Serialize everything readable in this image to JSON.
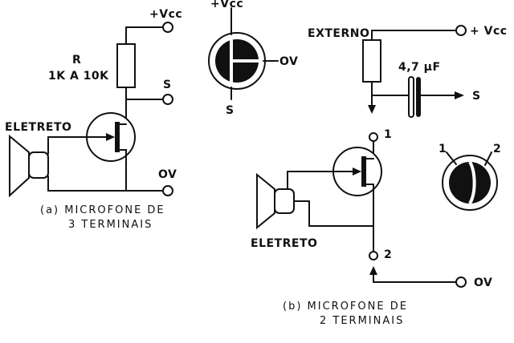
{
  "labels": {
    "vcc_a": "+Vcc",
    "r_name": "R",
    "r_value": "1K A 10K",
    "s_a": "S",
    "eletreto_a": "ELETRETO",
    "ov_a": "OV",
    "cap_a_line1": "(a) MICROFONE DE",
    "cap_a_line2": "3 TERMINAIS",
    "vcc_pin": "+Vcc",
    "ov_pin": "OV",
    "s_pin": "S",
    "externo": "EXTERNO",
    "vcc_b": "+ Vcc",
    "capacitor": "4,7 µF",
    "s_b": "S",
    "pin1": "1",
    "pin2": "2",
    "pin1_top": "1",
    "pin2_top": "2",
    "eletreto_b": "ELETRETO",
    "ov_b": "OV",
    "cap_b_line1": "(b) MICROFONE DE",
    "cap_b_line2": "2 TERMINAIS"
  },
  "colors": {
    "ink": "#111111",
    "paper": "#ffffff"
  }
}
